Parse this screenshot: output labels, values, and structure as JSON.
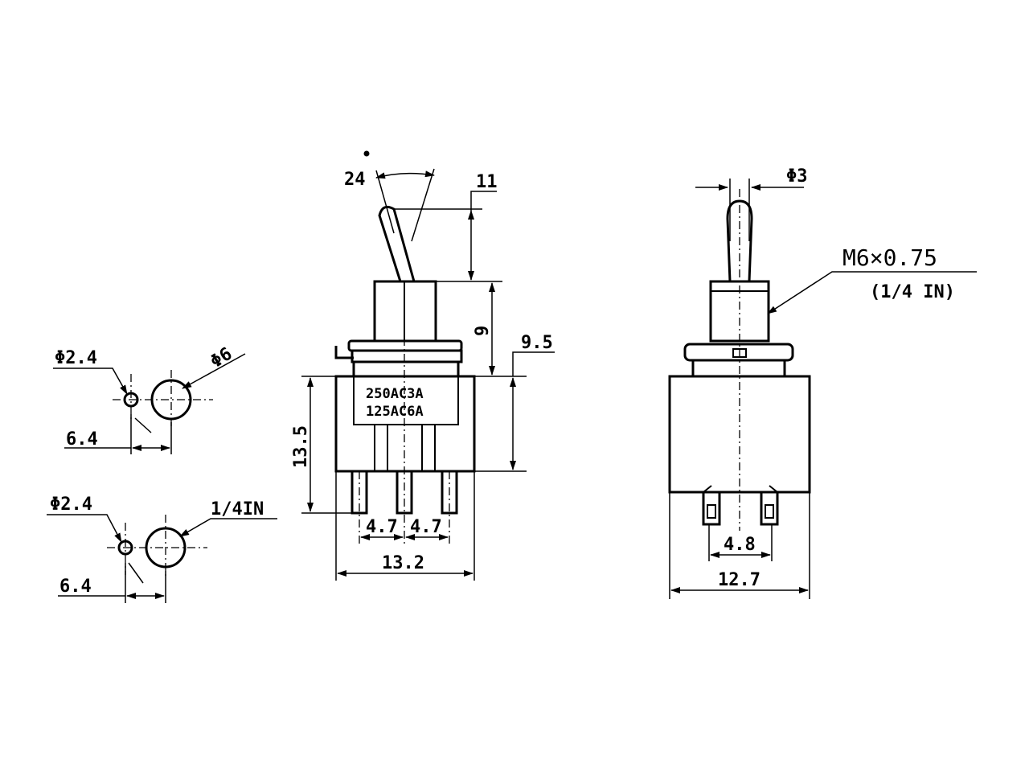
{
  "colors": {
    "line": "#000000",
    "background": "#ffffff"
  },
  "labels": {
    "angle": "24",
    "dot": "•",
    "lever_len": "11",
    "bushing_h": "9",
    "base_top": "9.5",
    "body_h": "13.5",
    "rating1": "250AC3A",
    "rating2": "125AC6A",
    "pitch1": "4.7",
    "pitch2": "4.7",
    "width_side": "13.2",
    "phi3": "Φ3",
    "thread": "M6×0.75",
    "thread_in": "(1/4 IN)",
    "pitch_front": "4.8",
    "width_front": "12.7",
    "top_phi24": "Φ2.4",
    "top_phi6": "Φ6",
    "top_off": "6.4",
    "bot_phi24": "Φ2.4",
    "bot_quarter": "1/4IN",
    "bot_off": "6.4"
  }
}
